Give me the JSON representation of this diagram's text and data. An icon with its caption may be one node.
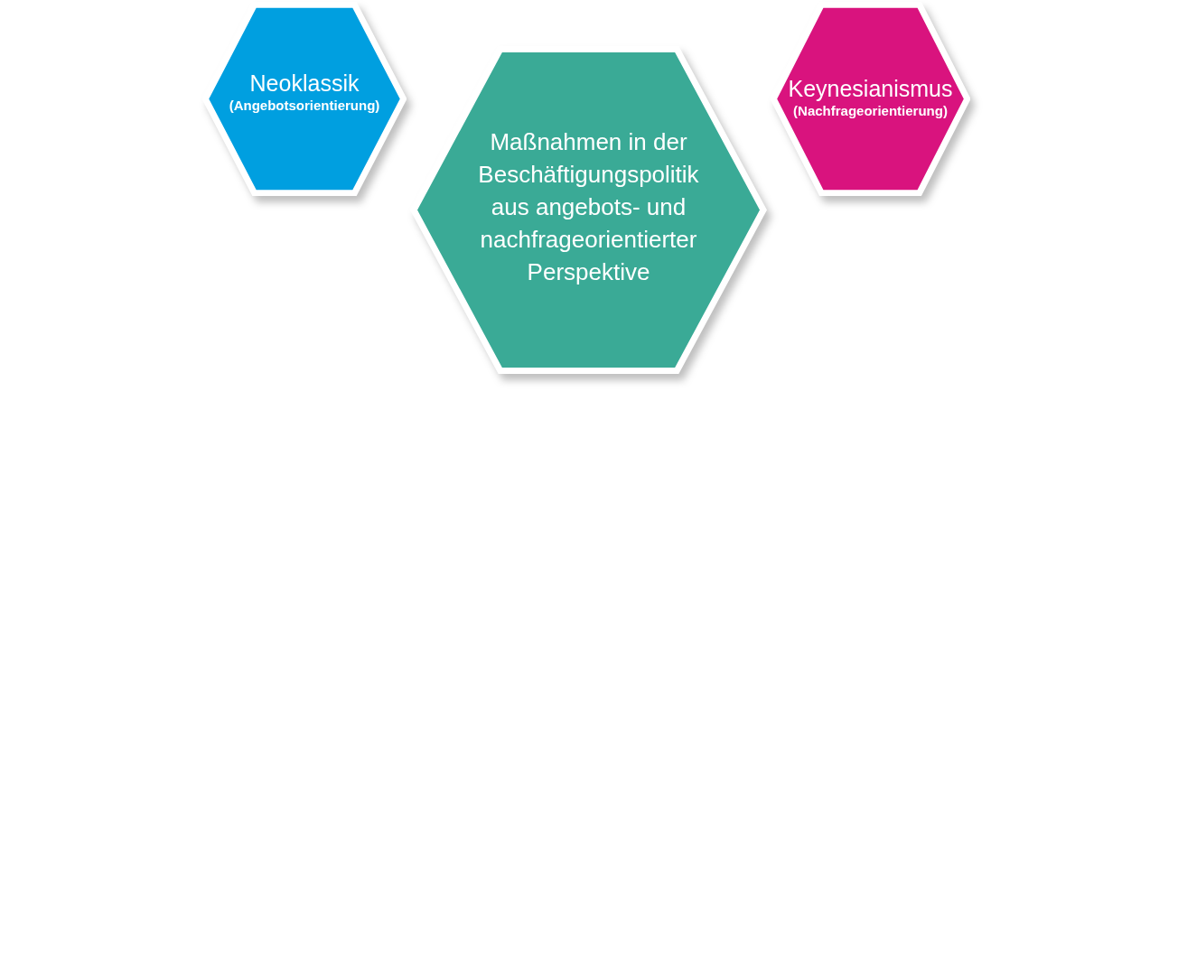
{
  "diagram": {
    "nodes": [
      {
        "text": [
          "Neoklassik",
          "(Angebotsorientierung)"
        ]
      },
      {
        "text": [
          "Maßnahmen in der Beschäftigungspolitik aus angebots- und nachfrageorientierter Perspektive"
        ]
      },
      {
        "text": [
          "Keynesianismus",
          "(Nachfrageorientierung)"
        ]
      }
    ]
  }
}
